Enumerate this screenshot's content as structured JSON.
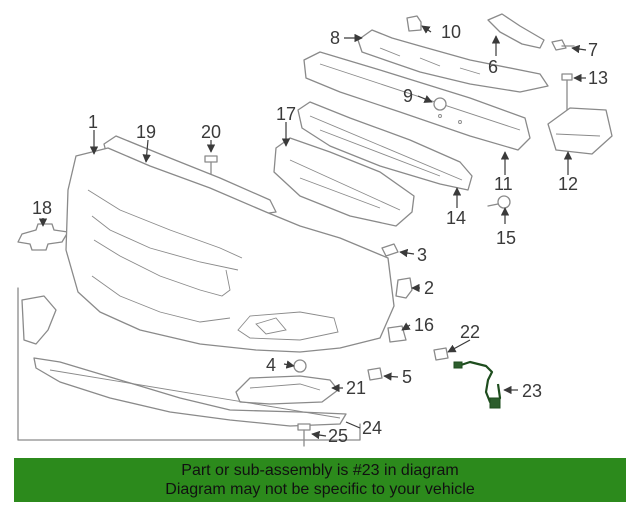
{
  "diagram": {
    "callouts": [
      "1",
      "2",
      "3",
      "4",
      "5",
      "6",
      "7",
      "8",
      "9",
      "10",
      "11",
      "12",
      "13",
      "14",
      "15",
      "16",
      "17",
      "18",
      "19",
      "20",
      "21",
      "22",
      "23",
      "24",
      "25"
    ],
    "highlighted_part": "23",
    "highlight_color": "#2d5e2d"
  },
  "banner": {
    "line1": "Part or sub-assembly is #23 in diagram",
    "line2": "Diagram may not be specific to your vehicle",
    "background": "#2c8a1c"
  }
}
